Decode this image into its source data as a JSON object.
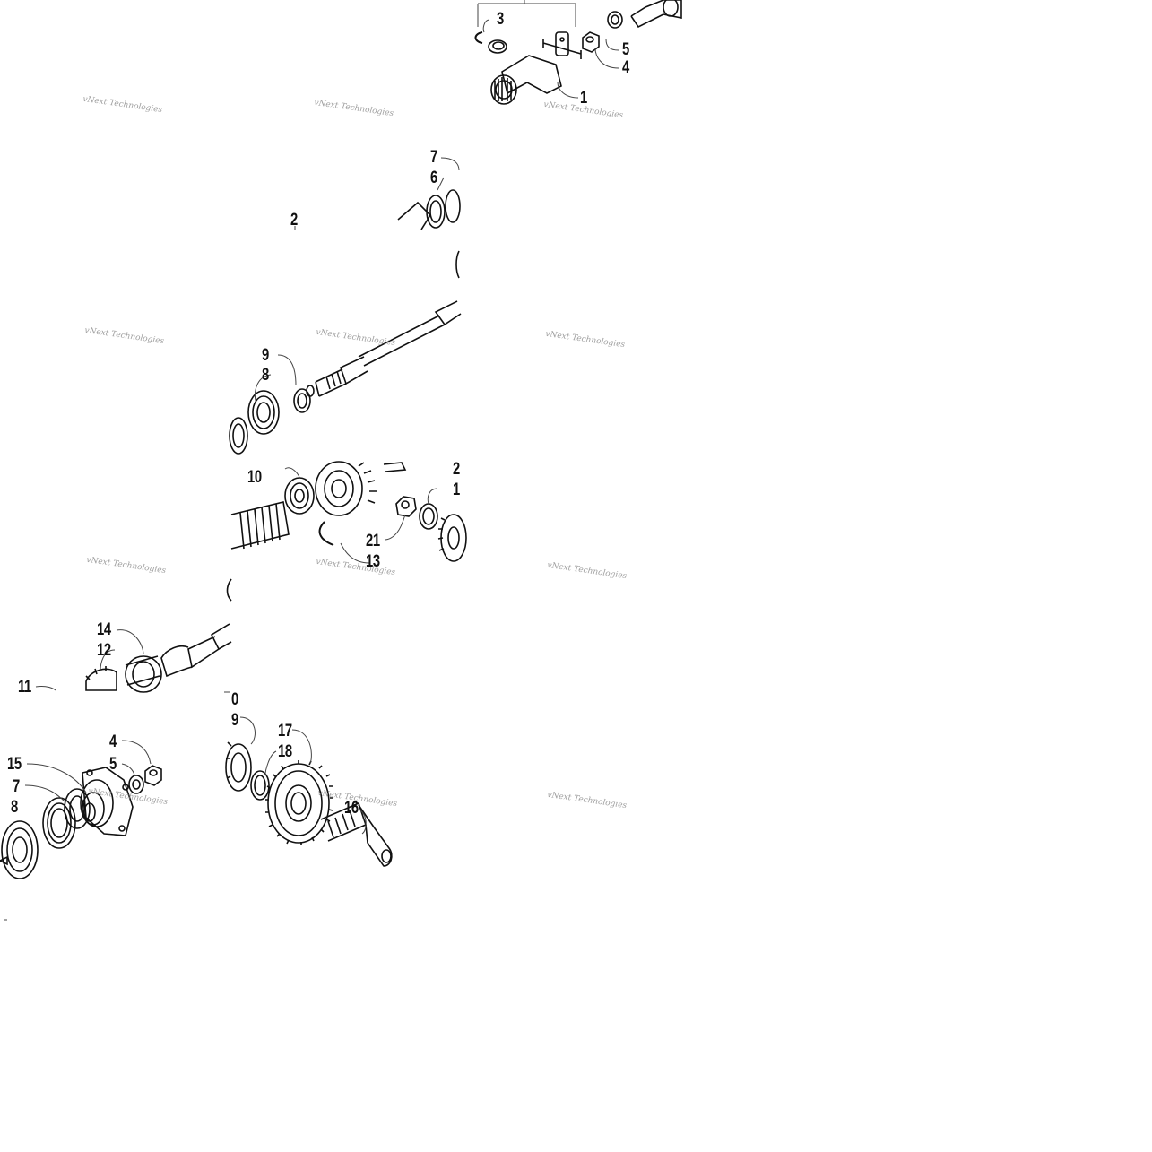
{
  "watermark": {
    "text": "vNext Technologies"
  },
  "colors": {
    "line": "#111111",
    "leader": "#444444",
    "watermark": "#888888"
  },
  "callouts": {
    "t1": [
      "3",
      "5",
      "4",
      "1"
    ],
    "t2": [
      "7",
      "6",
      "2"
    ],
    "t3": [
      "9",
      "8"
    ],
    "t4": [
      "10",
      "2",
      "1",
      "21",
      "13"
    ],
    "t5": [
      "14",
      "12",
      "11"
    ],
    "t6": [
      "4",
      "15",
      "5",
      "7",
      "8"
    ],
    "t7": [
      "0",
      "9",
      "17",
      "18",
      "16"
    ]
  }
}
